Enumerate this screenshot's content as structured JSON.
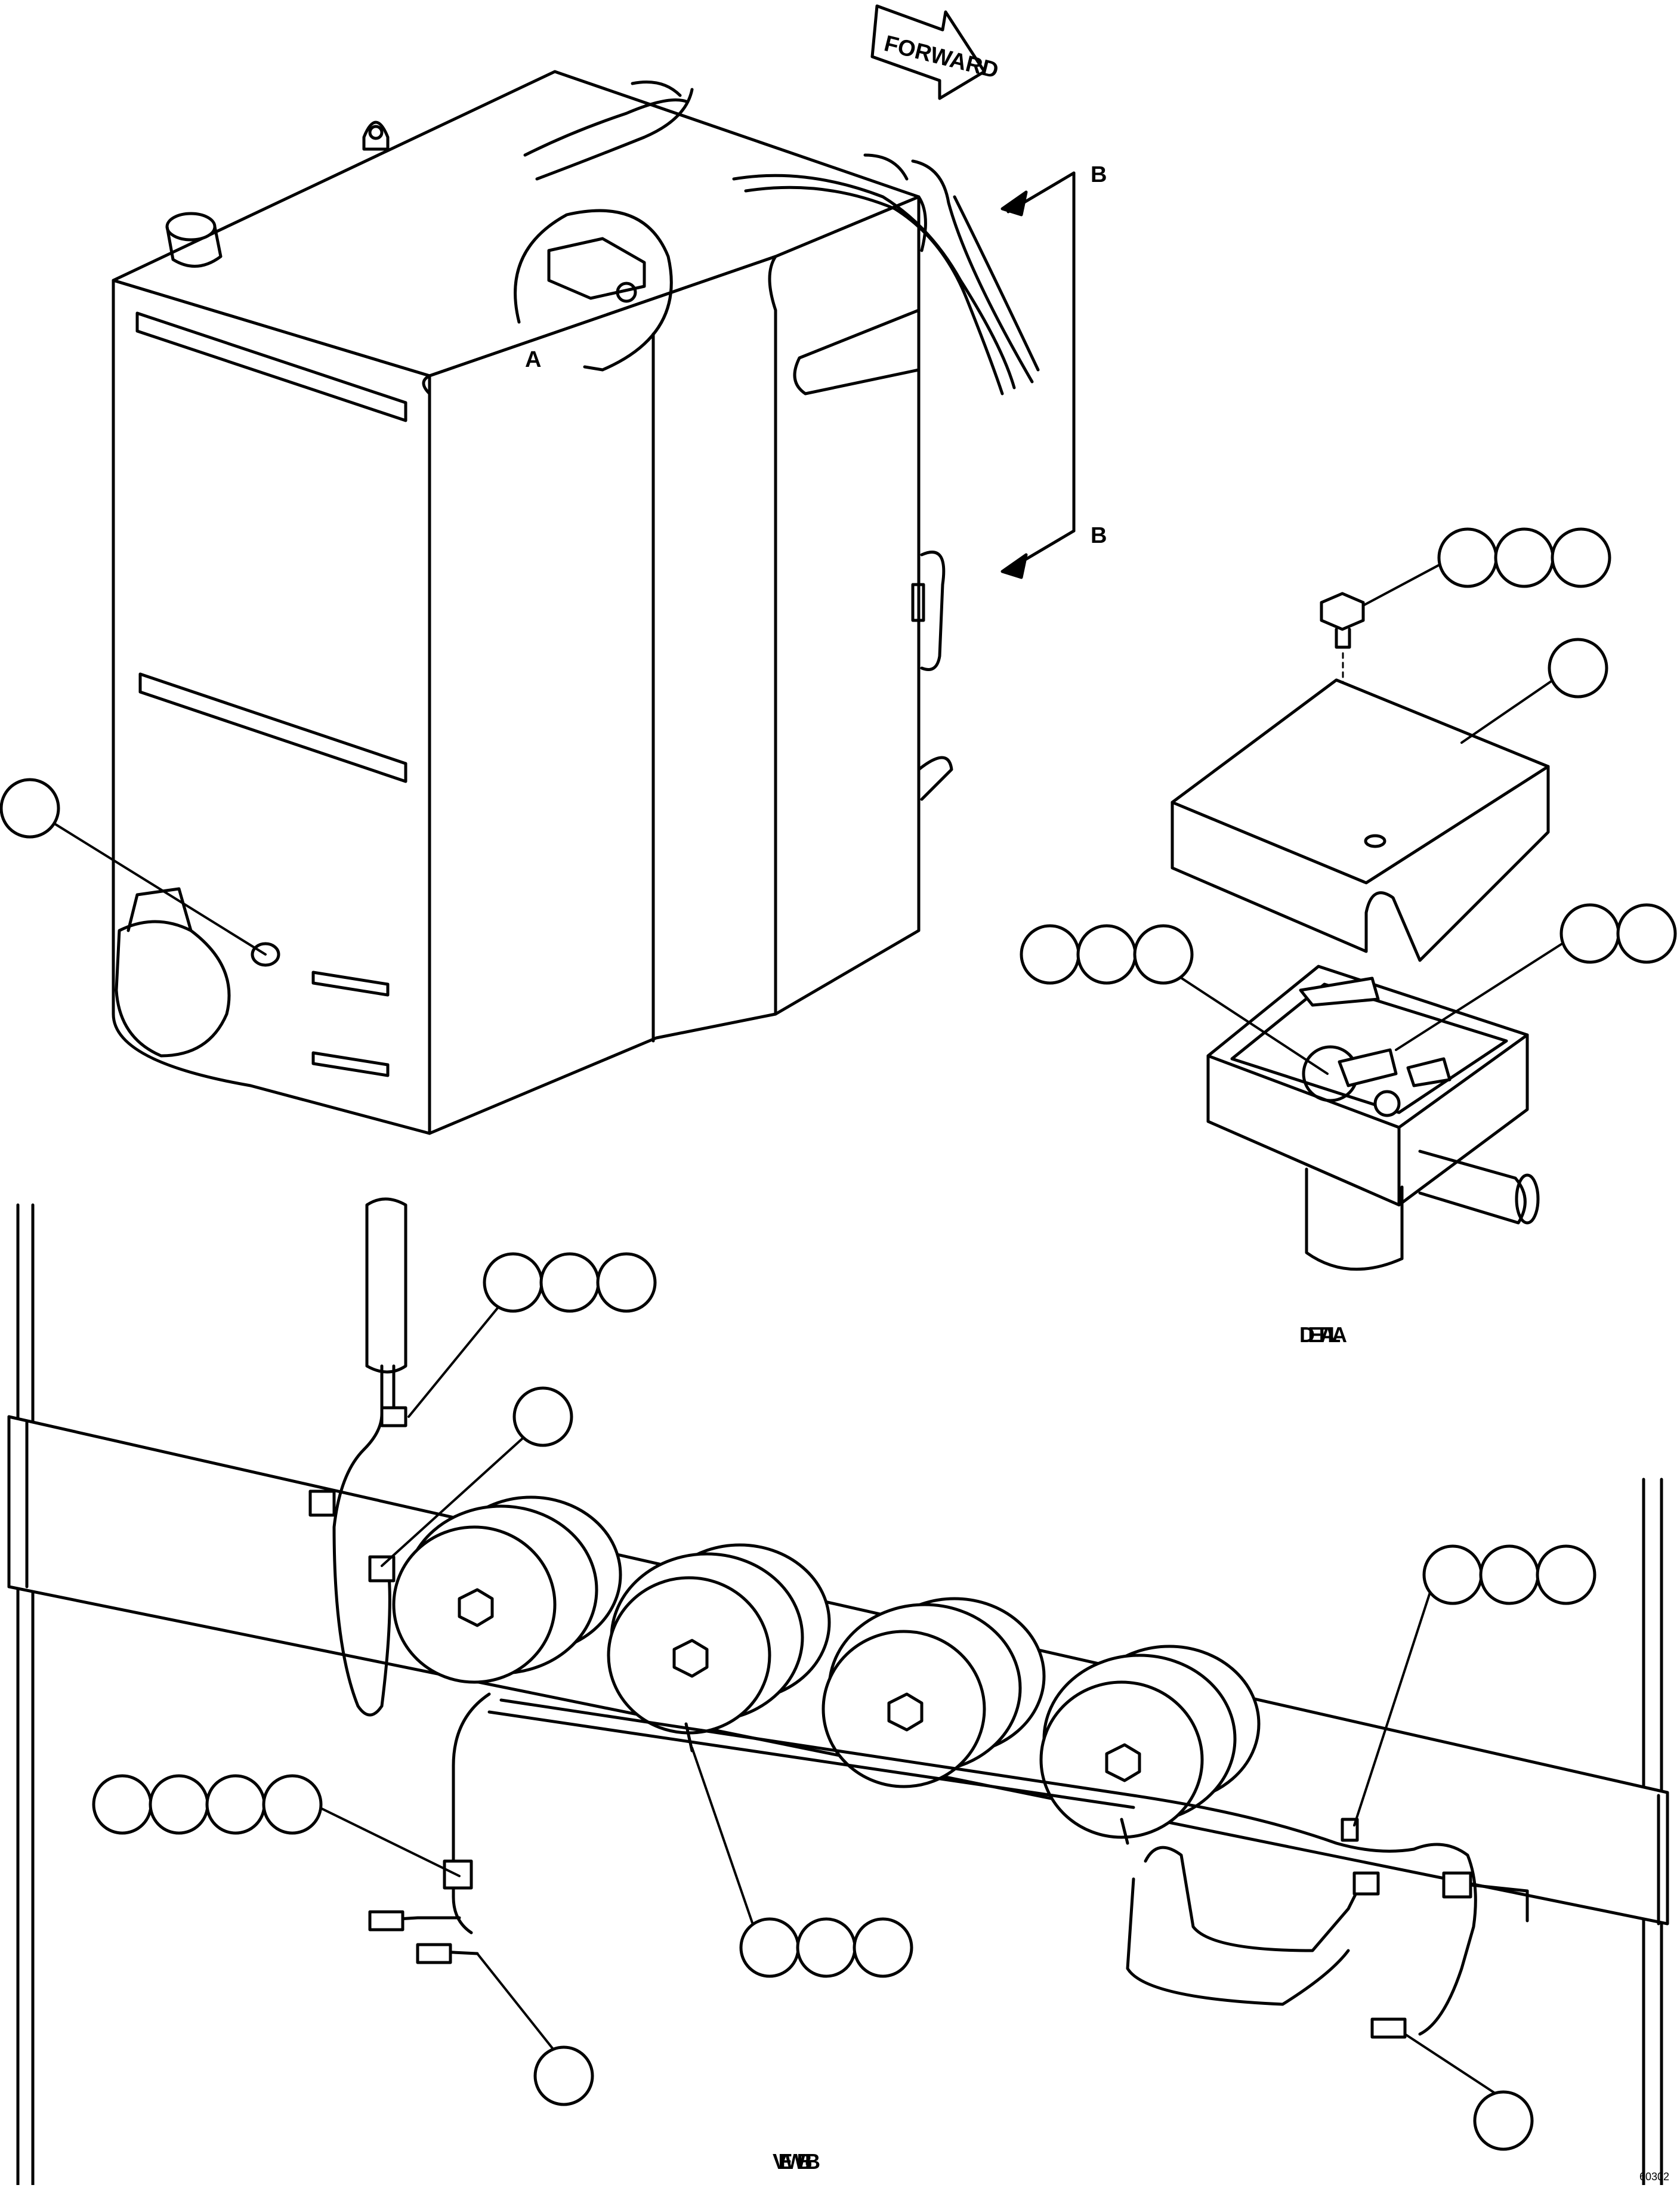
{
  "labels": {
    "forward": "FORWARD",
    "view_a_marker": "A",
    "section_b_top": "B",
    "section_b_bottom": "B",
    "detail_a_caption": "DETAIL A",
    "view_bb_caption": "VIEW B-B",
    "figure_code": "60302"
  },
  "callout_groups": [
    {
      "id": "tank-left",
      "circles": 1
    },
    {
      "id": "detail-bolt",
      "circles": 3
    },
    {
      "id": "detail-cover",
      "circles": 1
    },
    {
      "id": "detail-right",
      "circles": 2
    },
    {
      "id": "detail-left",
      "circles": 3
    },
    {
      "id": "view-top",
      "circles": 3
    },
    {
      "id": "view-connector",
      "circles": 1
    },
    {
      "id": "view-right-clamp",
      "circles": 3
    },
    {
      "id": "view-left-clamp",
      "circles": 4
    },
    {
      "id": "view-center",
      "circles": 3
    },
    {
      "id": "view-left-plug",
      "circles": 1
    },
    {
      "id": "view-right-plug",
      "circles": 1
    }
  ],
  "colors": {
    "line": "#000000",
    "background": "#ffffff"
  }
}
